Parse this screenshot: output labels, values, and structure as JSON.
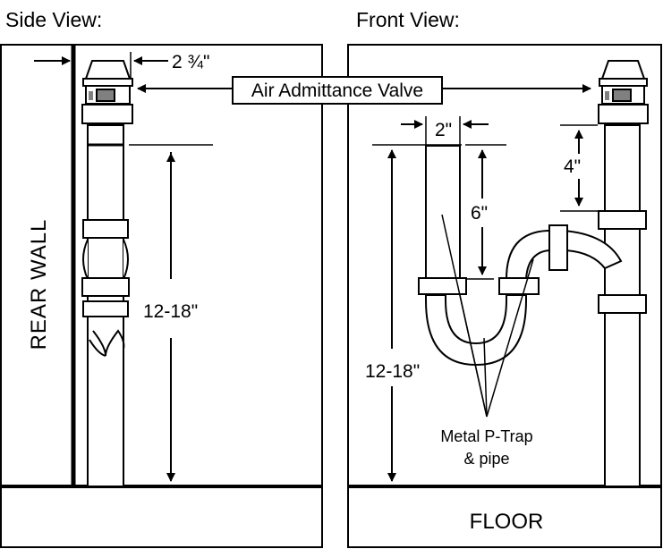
{
  "side_view": {
    "title": "Side View:",
    "wall_label": "REAR WALL",
    "offset_dim": "2 ¾\"",
    "height_dim": "12-18\""
  },
  "front_view": {
    "title": "Front View:",
    "pipe_width_dim": "2\"",
    "depth_dim": "6\"",
    "valve_height_dim": "4\"",
    "height_dim": "12-18\"",
    "trap_label_line1": "Metal P-Trap",
    "trap_label_line2": "& pipe",
    "floor_label": "FLOOR"
  },
  "callout": {
    "air_admittance_valve": "Air Admittance Valve"
  },
  "colors": {
    "line": "#000000",
    "fill": "#ffffff",
    "vent": "#808080"
  }
}
